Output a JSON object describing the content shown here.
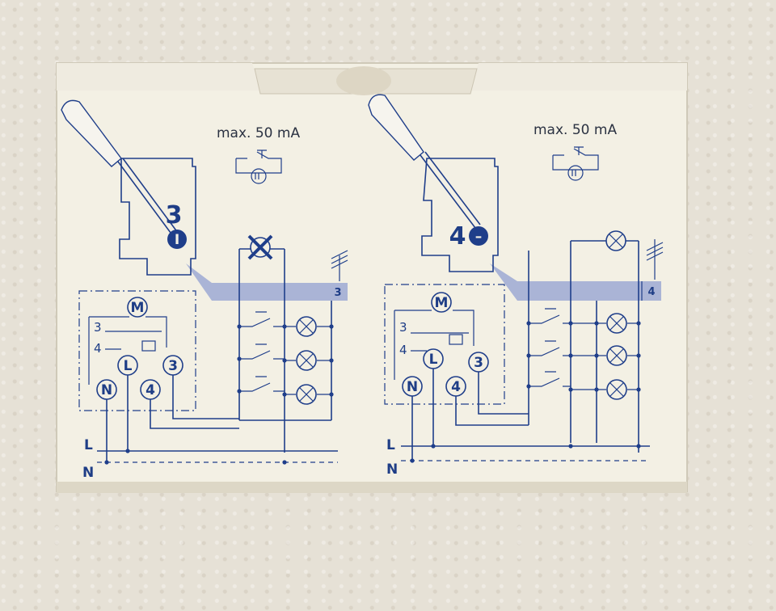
{
  "left_diagram": {
    "max_label": "max. 50 mA",
    "step_number": "3",
    "step_mark": "I",
    "bar_tag": "3",
    "num_3": "3",
    "num_4": "4",
    "circle_M": "M",
    "circle_L": "L",
    "circle_3": "3",
    "circle_N": "N",
    "circle_4": "4",
    "rail_L": "L",
    "rail_N": "N"
  },
  "right_diagram": {
    "max_label": "max. 50 mA",
    "step_number": "4",
    "step_mark": "–",
    "bar_tag": "4",
    "num_3": "3",
    "num_4": "4",
    "circle_M": "M",
    "circle_L": "L",
    "circle_3": "3",
    "circle_N": "N",
    "circle_4": "4",
    "rail_L": "L",
    "rail_N": "N"
  },
  "colors": {
    "ink_blue": "#1f3e8a",
    "box_paper": "#f3f0e4",
    "band_blue": "#aab4d6",
    "carpet": "#e6e1d6"
  }
}
